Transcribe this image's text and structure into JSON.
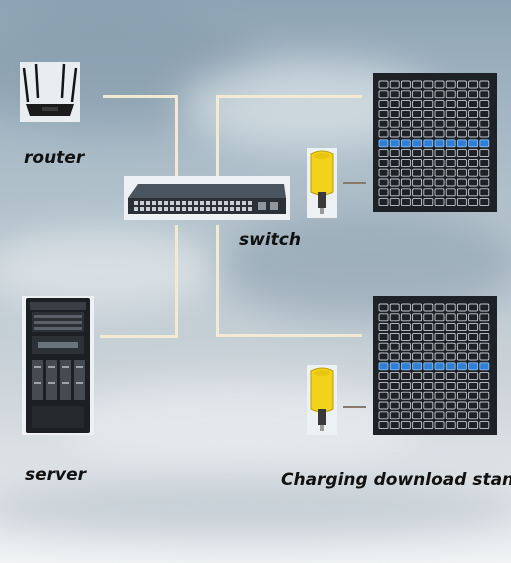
{
  "labels": {
    "router": "router",
    "switch": "switch",
    "server": "server",
    "charging_stand": "Charging download stand"
  },
  "icons": {
    "router": "router-icon",
    "switch": "network-switch-icon",
    "server": "tower-server-icon",
    "charging_cabinet_top": "charging-cabinet-icon",
    "charging_cabinet_bottom": "charging-cabinet-icon",
    "usb_drive_top": "usb-drive-icon",
    "usb_drive_bottom": "usb-drive-icon"
  },
  "colors": {
    "connection_line": "#f3ead2",
    "usb_drive": "#f2d21a",
    "cabinet_body": "#1e2126",
    "cabinet_led": "#2f7fd6"
  }
}
